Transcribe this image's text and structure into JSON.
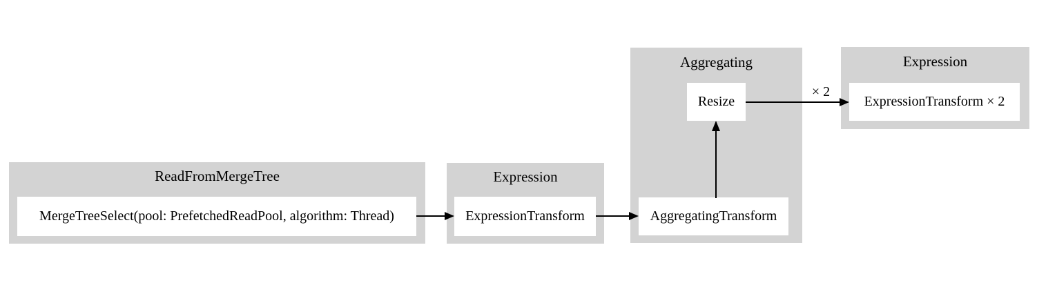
{
  "diagram": {
    "type": "pipeline-graph",
    "background": "#ffffff",
    "colors": {
      "cluster_fill": "#d3d3d3",
      "node_fill": "#ffffff",
      "edge": "#000000",
      "text": "#000000"
    },
    "clusters": [
      {
        "id": "read-from-merge-tree",
        "title": "ReadFromMergeTree"
      },
      {
        "id": "expression-1",
        "title": "Expression"
      },
      {
        "id": "aggregating",
        "title": "Aggregating"
      },
      {
        "id": "expression-2",
        "title": "Expression"
      }
    ],
    "nodes": [
      {
        "id": "merge-tree-select",
        "cluster": "read-from-merge-tree",
        "label": "MergeTreeSelect(pool: PrefetchedReadPool, algorithm: Thread)"
      },
      {
        "id": "expression-transform",
        "cluster": "expression-1",
        "label": "ExpressionTransform"
      },
      {
        "id": "resize",
        "cluster": "aggregating",
        "label": "Resize"
      },
      {
        "id": "aggregating-transform",
        "cluster": "aggregating",
        "label": "AggregatingTransform"
      },
      {
        "id": "expression-transform-x2",
        "cluster": "expression-2",
        "label": "ExpressionTransform × 2"
      }
    ],
    "edges": [
      {
        "from": "merge-tree-select",
        "to": "expression-transform",
        "label": ""
      },
      {
        "from": "expression-transform",
        "to": "aggregating-transform",
        "label": ""
      },
      {
        "from": "aggregating-transform",
        "to": "resize",
        "label": ""
      },
      {
        "from": "resize",
        "to": "expression-transform-x2",
        "label": "× 2"
      }
    ]
  }
}
